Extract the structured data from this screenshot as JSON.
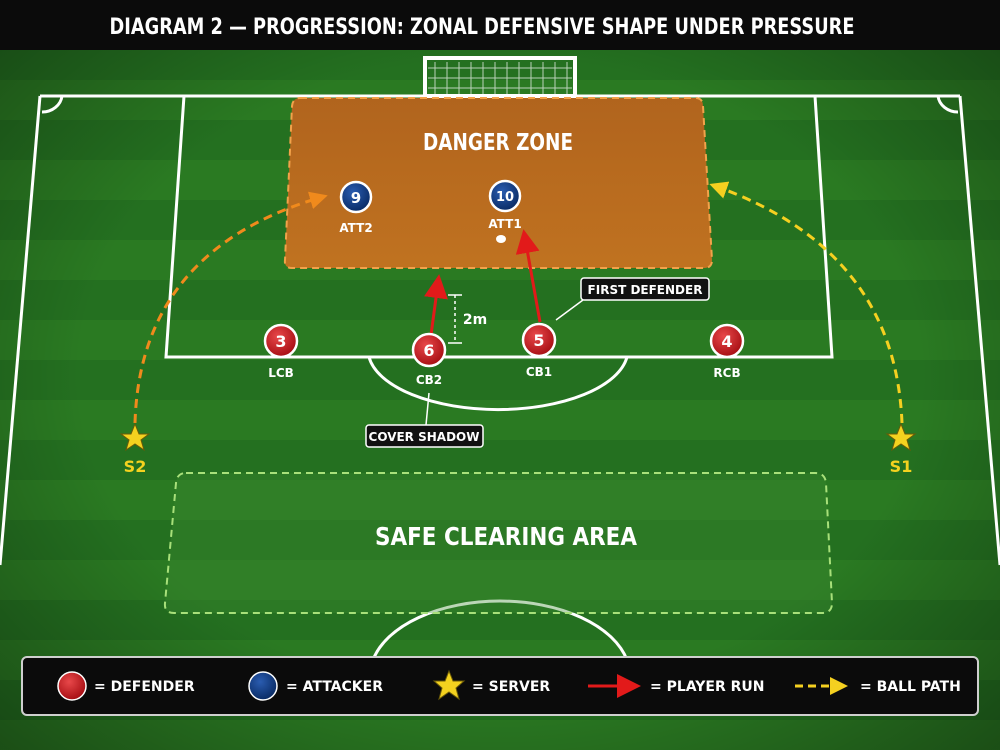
{
  "title": "DIAGRAM 2 — PROGRESSION: ZONAL DEFENSIVE SHAPE UNDER PRESSURE",
  "zones": {
    "danger": "DANGER ZONE",
    "safe": "SAFE CLEARING AREA"
  },
  "defenders": [
    {
      "number": "3",
      "label": "LCB"
    },
    {
      "number": "6",
      "label": "CB2"
    },
    {
      "number": "5",
      "label": "CB1"
    },
    {
      "number": "4",
      "label": "RCB"
    }
  ],
  "attackers": [
    {
      "number": "9",
      "label": "ATT2"
    },
    {
      "number": "10",
      "label": "ATT1"
    }
  ],
  "servers": [
    {
      "label": "S2"
    },
    {
      "label": "S1"
    }
  ],
  "annotations": {
    "distance": "2m",
    "first_defender": "FIRST DEFENDER",
    "cover_shadow": "COVER SHADOW"
  },
  "legend": {
    "defender": "= DEFENDER",
    "attacker": "= ATTACKER",
    "server": "= SERVER",
    "player_run": "= PLAYER RUN",
    "ball_path": "= BALL PATH"
  },
  "colors": {
    "defender": "#c8151b",
    "attacker": "#0d3a80",
    "server": "#f4d21f",
    "run_arrow": "#e21a1a",
    "ball_path_left": "#f08a1c",
    "ball_path_right": "#f5d020",
    "danger_zone": "#c56a1c"
  }
}
